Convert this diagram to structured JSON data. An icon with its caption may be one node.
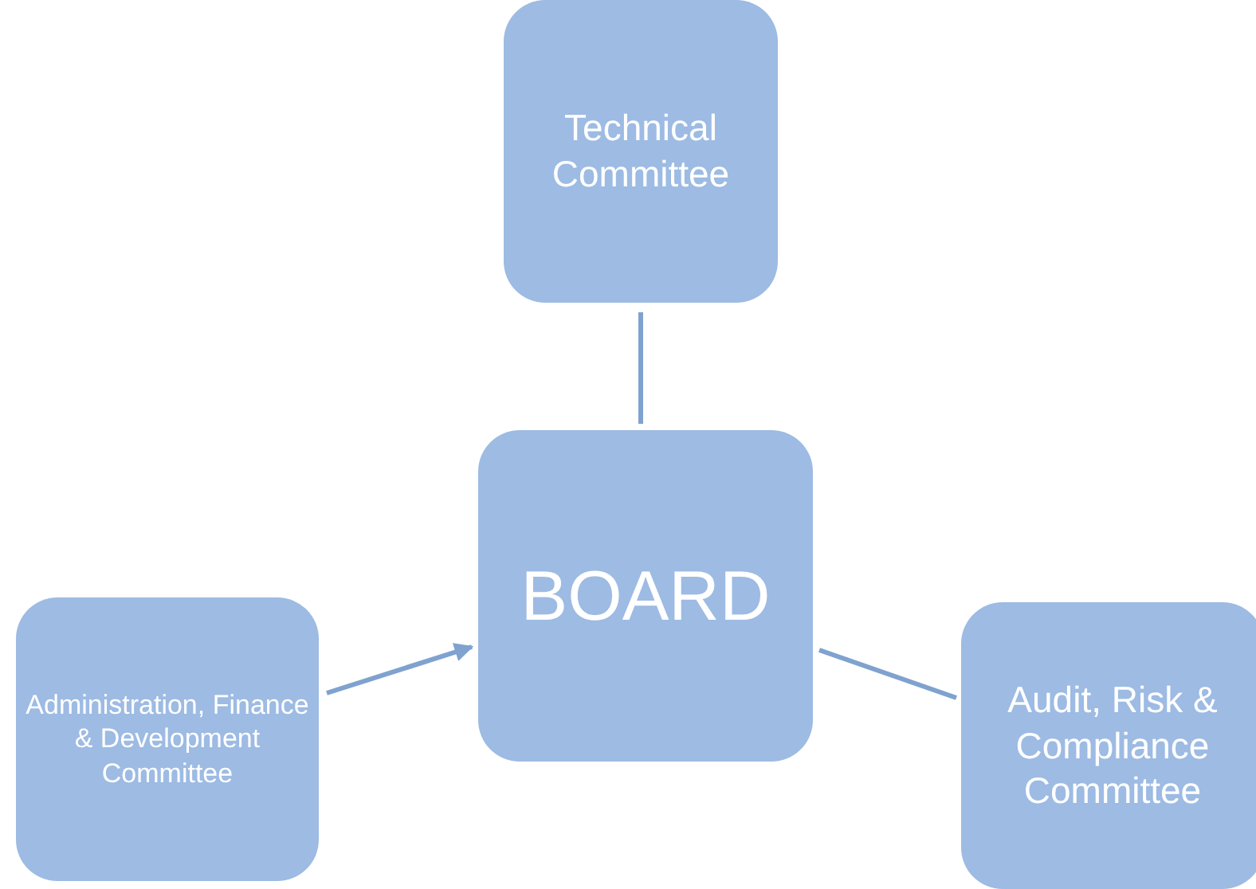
{
  "diagram": {
    "nodes": [
      {
        "text": [
          "Technical Committee"
        ]
      },
      {
        "text": [
          "BOARD"
        ]
      },
      {
        "text": [
          "Administration, Finance & Development Committee"
        ]
      },
      {
        "text": [
          "Audit, Risk & Compliance Committee"
        ]
      }
    ],
    "edges": [
      {
        "from": 0,
        "to": 1,
        "arrow": "none"
      },
      {
        "from": 2,
        "to": 1,
        "arrow": "to"
      },
      {
        "from": 1,
        "to": 3,
        "arrow": "none"
      }
    ]
  }
}
